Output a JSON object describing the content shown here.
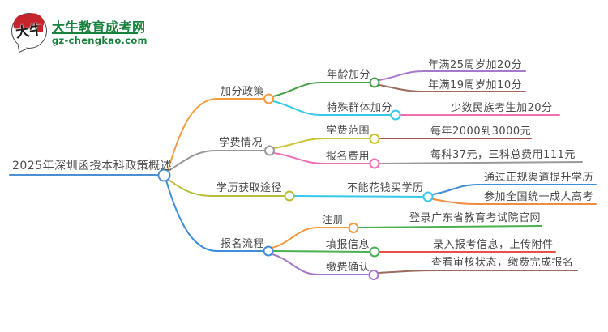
{
  "logo": {
    "icon_text": "大牛",
    "site_name": "大牛教育成考网",
    "site_domain": "gz-chengkao.com",
    "brand_color": "#17813d",
    "seal_color": "#c5242c"
  },
  "mindmap": {
    "root": {
      "label": "2025年深圳函授本科政策概述",
      "color": "#4a90d2"
    },
    "nodes": {
      "bonus_policy": {
        "label": "加分政策",
        "color": "#f59b41"
      },
      "age_bonus": {
        "label": "年龄加分",
        "color": "#43a047"
      },
      "age25": {
        "label": "年满25周岁加20分",
        "color": "#a678cc"
      },
      "age19": {
        "label": "年满19周岁加10分",
        "color": "#9c6b5e"
      },
      "special_group": {
        "label": "特殊群体加分",
        "color": "#35c8e8"
      },
      "ethnic_minority": {
        "label": "少数民族考生加20分",
        "color": "#ef6eb8"
      },
      "tuition": {
        "label": "学费情况",
        "color": "#9a9a9a"
      },
      "tuition_range": {
        "label": "学费范围",
        "color": "#cdc438"
      },
      "tuition_amount": {
        "label": "每年2000到3000元",
        "color": "#a5564e"
      },
      "reg_fee": {
        "label": "报名费用",
        "color": "#ef6eb8"
      },
      "fee_detail": {
        "label": "每科37元，三科总费用111元",
        "color": "#9a9a9a"
      },
      "degree_path": {
        "label": "学历获取途径",
        "color": "#b9bd3a"
      },
      "no_buy": {
        "label": "不能花钱买学历",
        "color": "#35c8e8"
      },
      "formal_channel": {
        "label": "通过正规渠道提升学历",
        "color": "#3e8ed8"
      },
      "national_exam": {
        "label": "参加全国统一成人高考",
        "color": "#f08c3c"
      },
      "process": {
        "label": "报名流程",
        "color": "#3e8ed8"
      },
      "register": {
        "label": "注册",
        "color": "#f59b41"
      },
      "login_site": {
        "label": "登录广东省教育考试院官网",
        "color": "#4caf50"
      },
      "fill_info": {
        "label": "填报信息",
        "color": "#4caf50"
      },
      "enter_info": {
        "label": "录入报考信息，上传附件",
        "color": "#e64f4a"
      },
      "pay_confirm": {
        "label": "缴费确认",
        "color": "#a678cc"
      },
      "check_status": {
        "label": "查看审核状态，缴费完成报名",
        "color": "#9c6b5e"
      }
    }
  }
}
